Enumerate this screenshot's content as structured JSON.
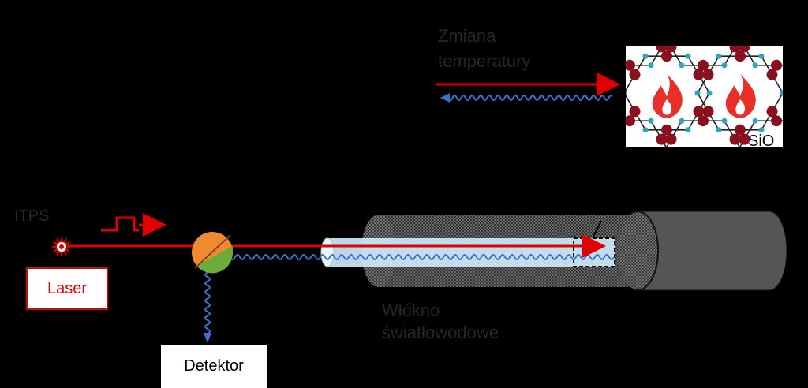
{
  "labels": {
    "temperature_change_line1": "Zmiana",
    "temperature_change_line2": "temperatury",
    "pulse_label": "ITPS",
    "laser": "Laser",
    "detector": "Detektor",
    "fiber_line1": "Włókno",
    "fiber_line2": "światłowodowe",
    "material": "SiO"
  },
  "colors": {
    "background": "#000000",
    "laser_beam": "#e00000",
    "return_signal": "#3f72d0",
    "laser_box_border": "#e00000",
    "beam_splitter_orange": "#f08a30",
    "beam_splitter_green": "#6aab3a",
    "fiber_core": "#cfe9f8",
    "fiber_jacket": "#555555",
    "lattice_atom_red": "#8a1020",
    "lattice_atom_cyan": "#2aa8b8",
    "flame": "#e8302a"
  },
  "icons": [
    "laser-burst-icon",
    "pulse-icon",
    "flame-icon"
  ]
}
